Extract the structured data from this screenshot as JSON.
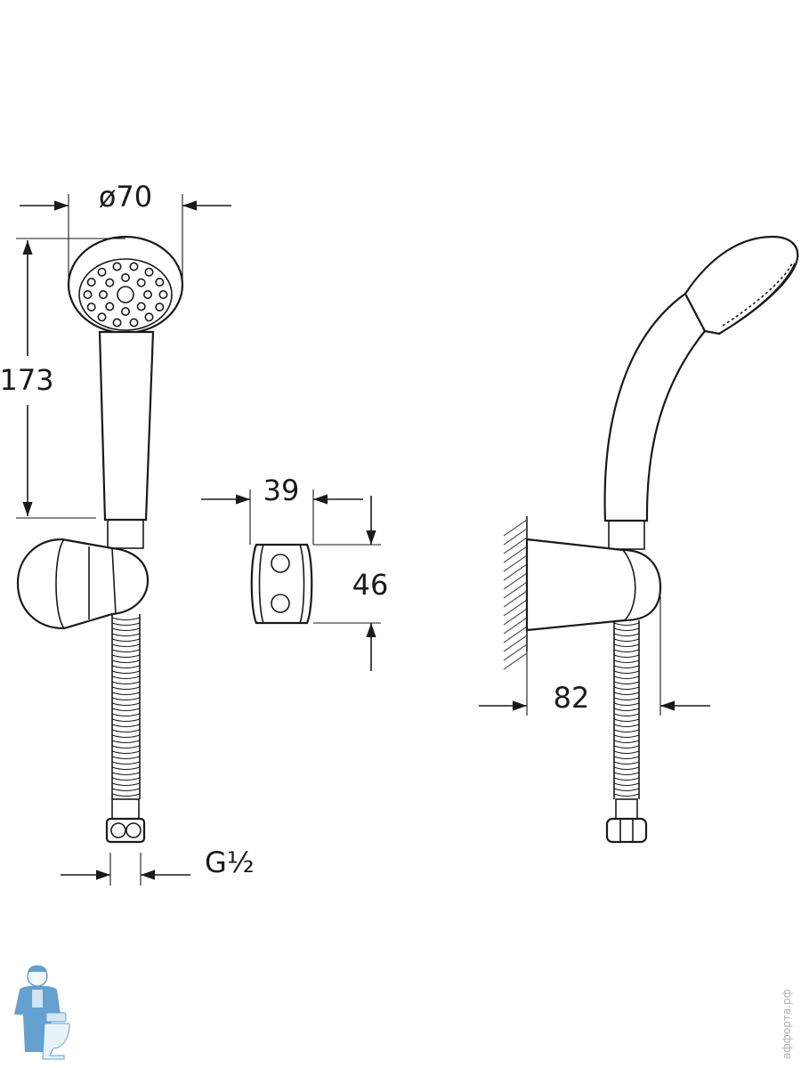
{
  "dimensions": {
    "head_diameter": "ø70",
    "handle_length": "173",
    "holder_width": "39",
    "holder_height": "46",
    "holder_projection": "82",
    "thread": "G½"
  },
  "watermark": "аффорта.рф",
  "colors": {
    "line": "#1a1a1a",
    "background": "#ffffff",
    "mascot": "#4a90c8"
  }
}
